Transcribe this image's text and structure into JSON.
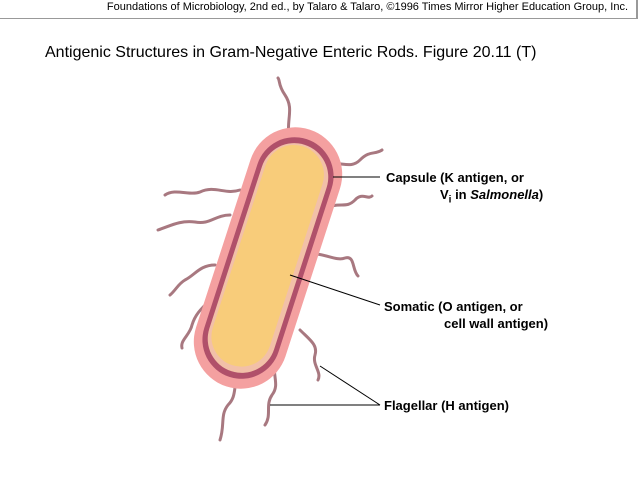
{
  "header": {
    "credit": "Foundations of Microbiology, 2nd ed., by Talaro & Talaro, ©1996 Times Mirror Higher Education Group, Inc."
  },
  "title": "Antigenic Structures in Gram-Negative Enteric Rods.  Figure 20.11 (T)",
  "labels": {
    "capsule_line1": "Capsule  (K antigen, or",
    "capsule_v": "V",
    "capsule_sub": "i",
    "capsule_in": " in ",
    "capsule_italic": "Salmonella",
    "capsule_close": ")",
    "somatic_line1": "Somatic  (O antigen, or",
    "somatic_line2": "cell wall antigen)",
    "flagellar": "Flagellar (H antigen)"
  },
  "colors": {
    "capsule": "#f4a0a0",
    "wall": "#b0506a",
    "cytoplasm": "#f8cc7a",
    "flagella": "#a87880"
  }
}
